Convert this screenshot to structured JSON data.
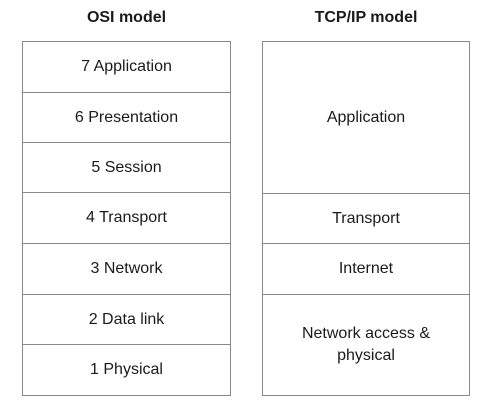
{
  "osi": {
    "title": "OSI model",
    "layers": [
      "7 Application",
      "6 Presentation",
      "5 Session",
      "4 Transport",
      "3 Network",
      "2 Data link",
      "1 Physical"
    ]
  },
  "tcpip": {
    "title": "TCP/IP model",
    "layers": [
      "Application",
      "Transport",
      "Internet",
      "Network access & physical"
    ]
  },
  "colors": {
    "border": "#8a8a8a",
    "text": "#1a1a1a",
    "background": "#ffffff"
  }
}
